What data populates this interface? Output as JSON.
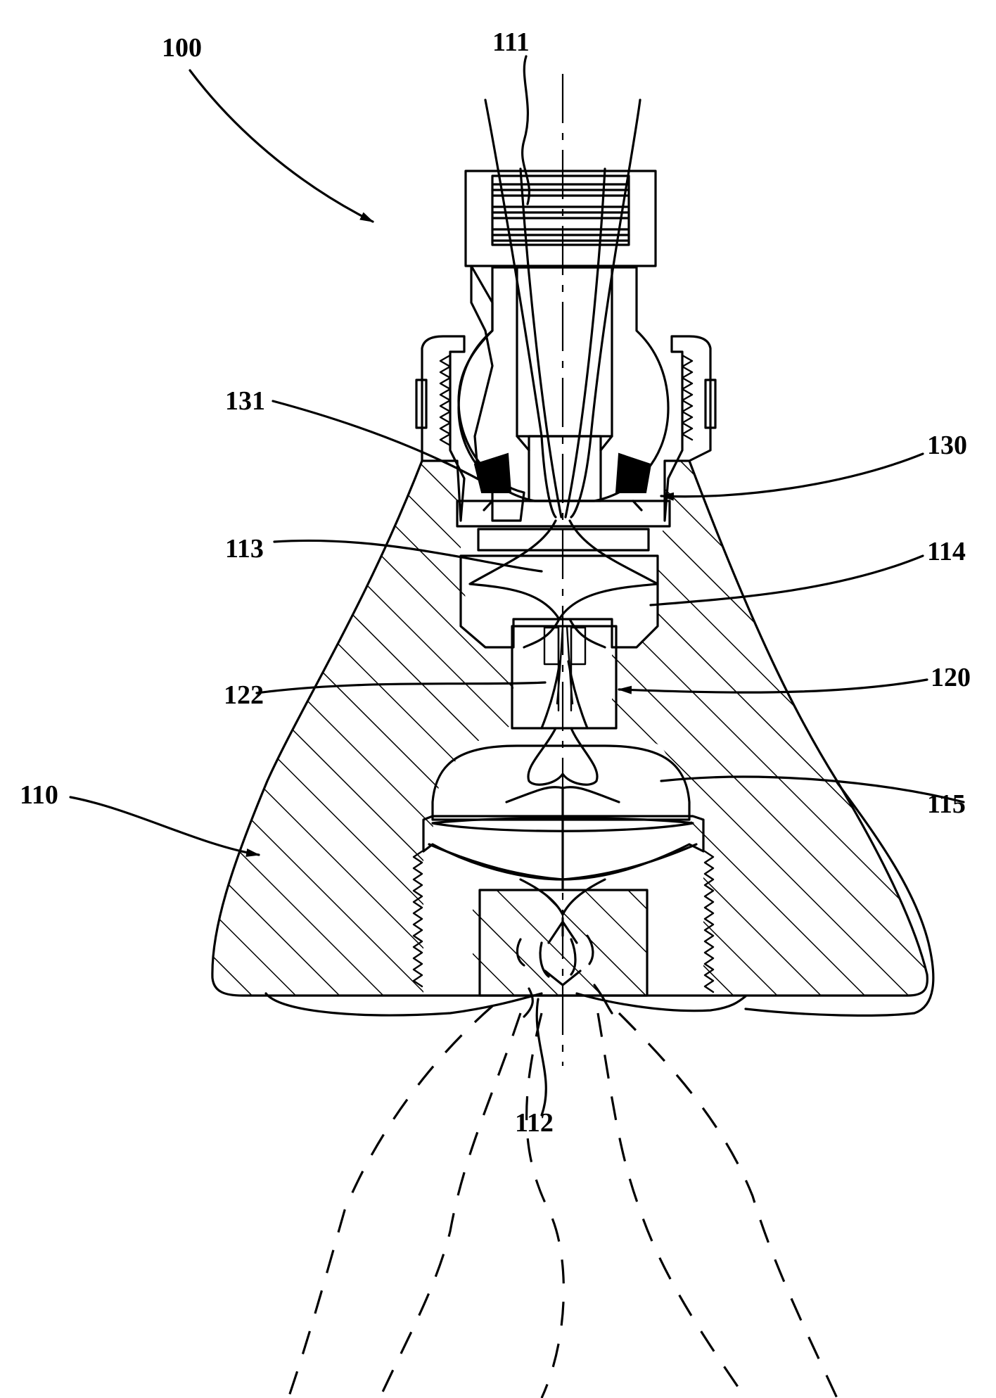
{
  "labels": {
    "l100": "100",
    "l111": "111",
    "l131": "131",
    "l130": "130",
    "l113": "113",
    "l114": "114",
    "l122": "122",
    "l120": "120",
    "l110": "110",
    "l115": "115",
    "l112": "112"
  },
  "colors": {
    "line": "#000000",
    "background": "#ffffff"
  }
}
